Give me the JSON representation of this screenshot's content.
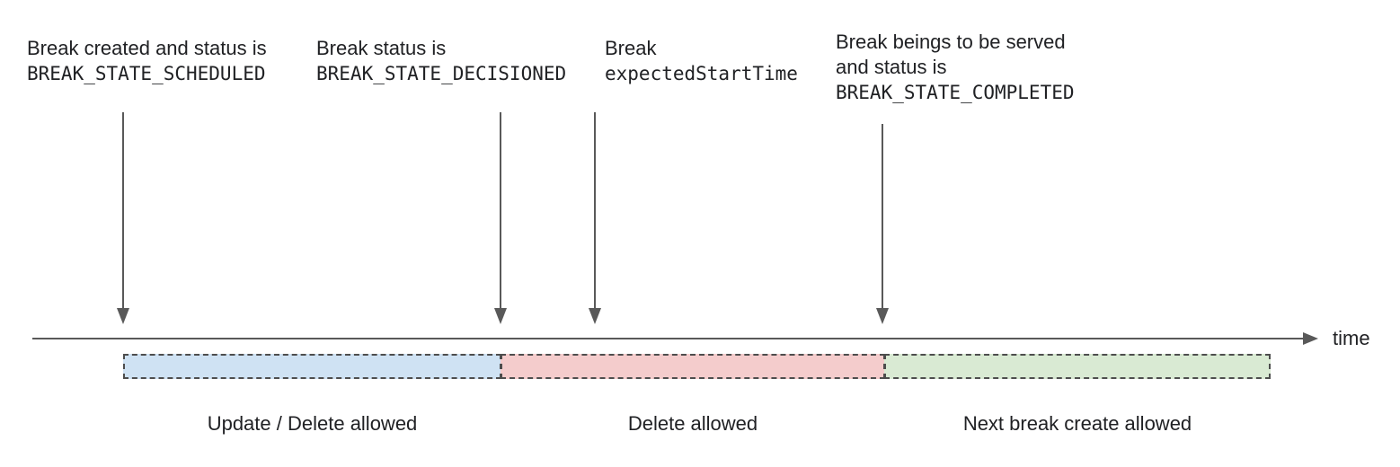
{
  "diagram": {
    "annotations": [
      {
        "lines": [
          {
            "text": "Break created and status is"
          },
          {
            "text": "BREAK_STATE_SCHEDULED"
          }
        ]
      },
      {
        "lines": [
          {
            "text": "Break status is"
          },
          {
            "text": "BREAK_STATE_DECISIONED"
          }
        ]
      },
      {
        "lines": [
          {
            "text": "Break"
          },
          {
            "text": "expectedStartTime"
          }
        ]
      },
      {
        "lines": [
          {
            "text": "Break beings to be served"
          },
          {
            "text": "and status is"
          },
          {
            "text": "BREAK_STATE_COMPLETED"
          }
        ]
      }
    ],
    "timeline": {
      "label": "time"
    },
    "segments": [
      {
        "label": "Update / Delete allowed",
        "color": "#cfe2f3"
      },
      {
        "label": "Delete allowed",
        "color": "#f4cccc"
      },
      {
        "label": "Next break create allowed",
        "color": "#d9ead3"
      }
    ],
    "colors": {
      "arrow_gray": "#595959",
      "segment_border": "#4d4d4d",
      "text": "#202124"
    }
  }
}
